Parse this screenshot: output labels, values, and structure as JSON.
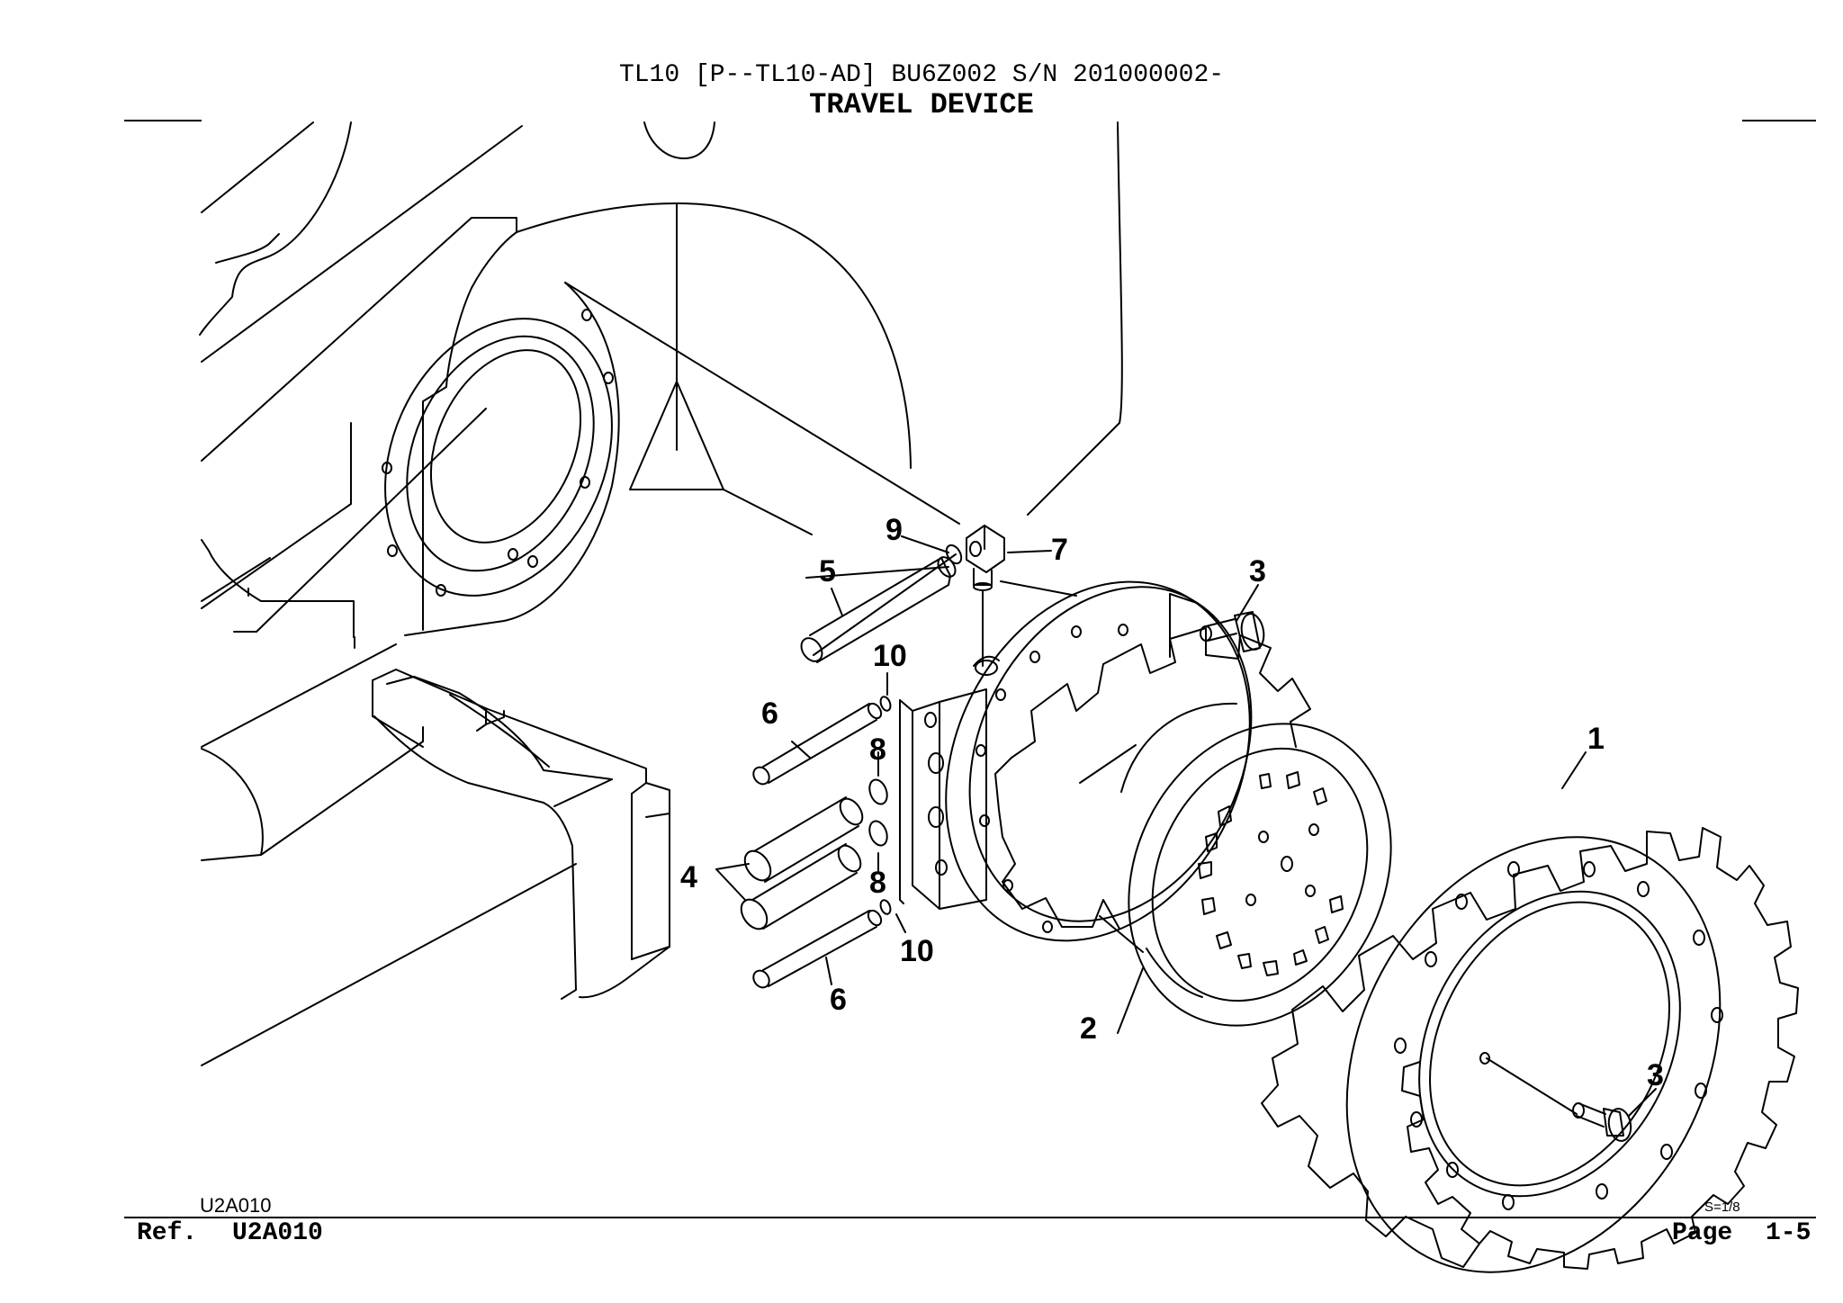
{
  "header": {
    "model_line": "TL10 [P--TL10-AD] BU6Z002 S/N 201000002-",
    "title": "TRAVEL DEVICE"
  },
  "callouts": {
    "c1": "1",
    "c2": "2",
    "c3a": "3",
    "c3b": "3",
    "c4": "4",
    "c5": "5",
    "c6a": "6",
    "c6b": "6",
    "c7": "7",
    "c8a": "8",
    "c8b": "8",
    "c9": "9",
    "c10a": "10",
    "c10b": "10"
  },
  "footer": {
    "diagram_code": "U2A010",
    "scale": "S=1/8",
    "ref_label": "Ref.",
    "ref_value": "U2A010",
    "page_label": "Page",
    "page_value": "1-5"
  }
}
